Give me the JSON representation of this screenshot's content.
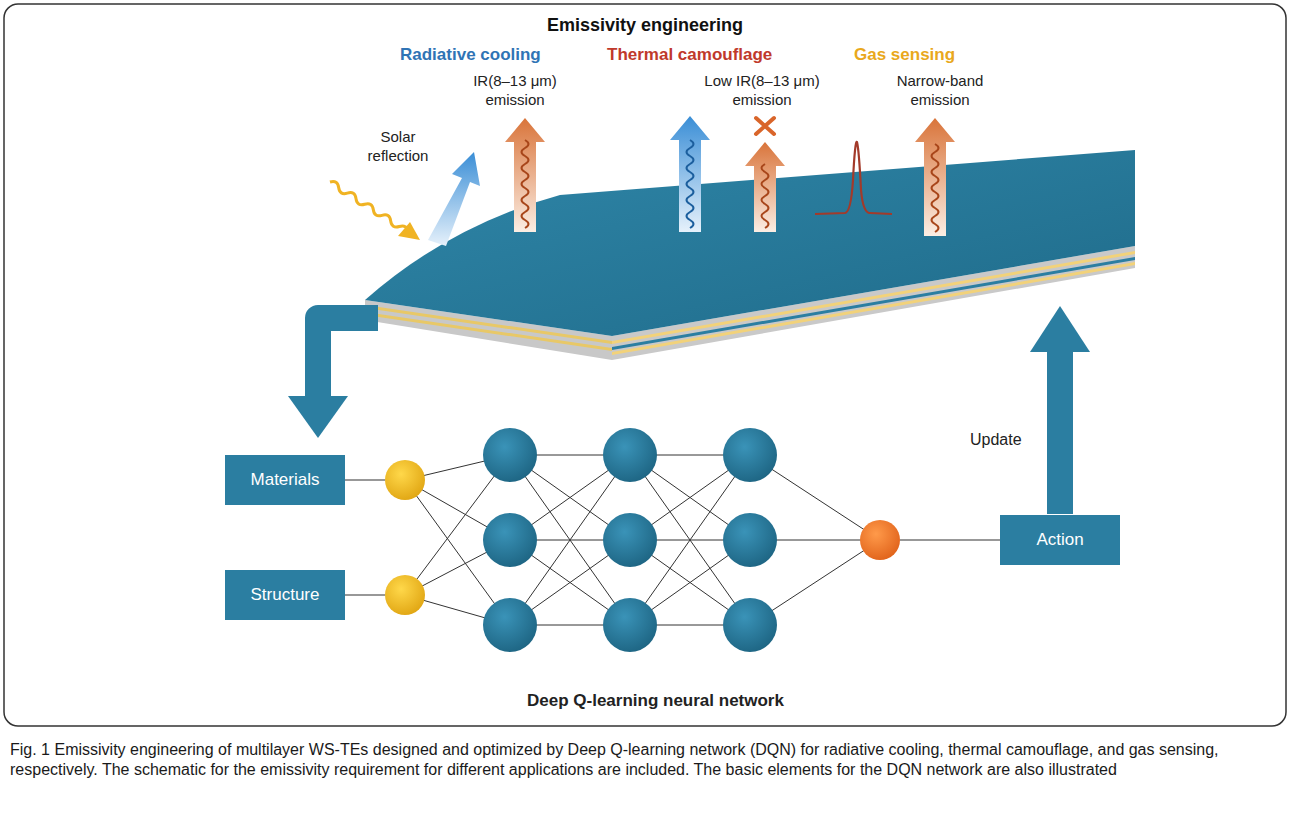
{
  "diagram": {
    "title": "Emissivity engineering",
    "caption": "Fig. 1 Emissivity engineering of multilayer WS-TEs designed and optimized by Deep Q-learning network (DQN) for radiative cooling, thermal camouflage, and gas sensing, respectively. The schematic for the emissivity requirement for different applications are included. The basic elements for the DQN network are also illustrated",
    "nodes": [
      {
        "text": [
          "Materials"
        ]
      },
      {
        "text": [
          "Structure"
        ]
      },
      {
        "text": [
          "Action"
        ]
      }
    ],
    "labels": [
      "Radiative cooling",
      "Thermal camouflage",
      "Gas sensing",
      "Solar reflection",
      "IR(8–13 μm) emission",
      "Low IR(8–13 μm) emission",
      "Narrow-band emission",
      "Update",
      "Deep Q-learning neural network"
    ]
  }
}
